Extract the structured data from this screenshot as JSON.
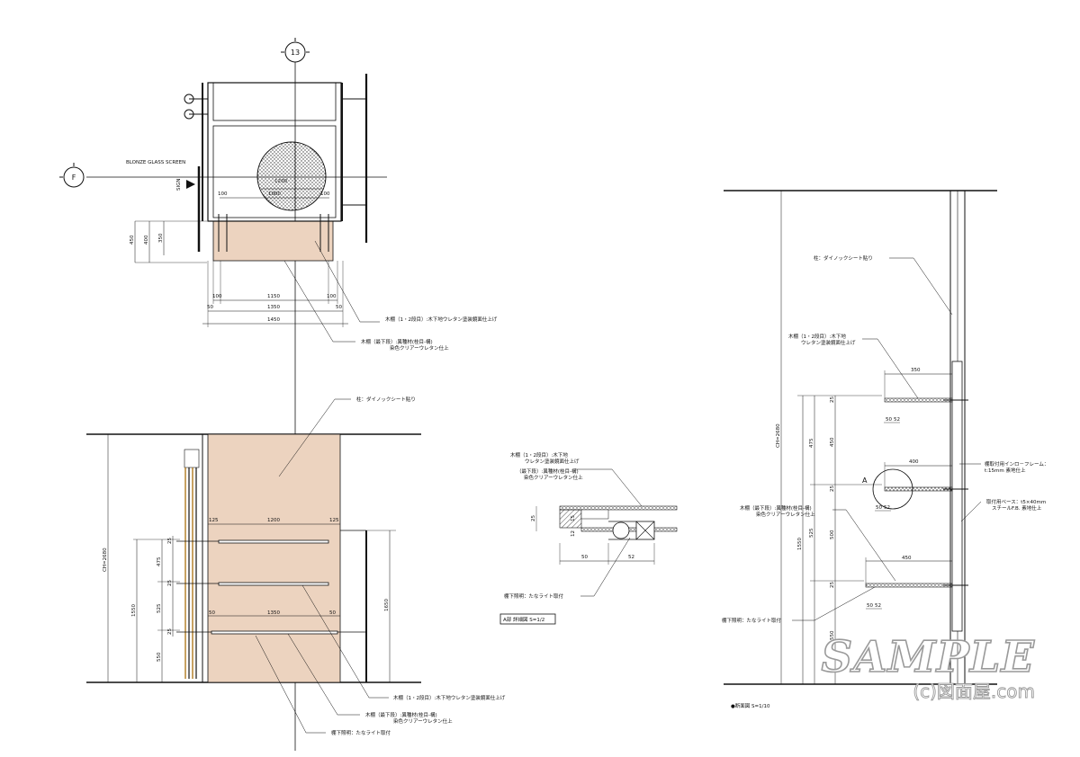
{
  "grid": {
    "col": "13",
    "row": "F"
  },
  "plan": {
    "glass_label": "BLONZE GLASS SCREEN",
    "sign_label": "SIGN",
    "dims": {
      "w1200": "1200",
      "w1000": "1000",
      "w100a": "100",
      "w100b": "100",
      "d450": "450",
      "d400": "400",
      "d350": "350",
      "b100a": "100",
      "b1150": "1150",
      "b100b": "100",
      "b50a": "50",
      "b1350": "1350",
      "b50b": "50",
      "b1450": "1450"
    },
    "notes": {
      "shelf": "木棚（1・2段目）:木下地ウレタン塗装鏡面仕上げ",
      "bottom_shelf_1": "木棚（最下段）:異種材(桂目-構)",
      "bottom_shelf_2": "染色クリアーウレタン仕上"
    }
  },
  "elevation": {
    "dims": {
      "ch": "CH=2680",
      "h1550": "1550",
      "h475": "475",
      "h525": "525",
      "h550": "550",
      "s25a": "25",
      "s25b": "25",
      "s25c": "25",
      "t125a": "125",
      "t1200": "1200",
      "t125b": "125",
      "m50a": "50",
      "m1350": "1350",
      "m50b": "50",
      "r1650": "1650"
    },
    "notes": {
      "column": "柱：ダイノックシート貼り",
      "shelf": "木棚（1・2段目）:木下地ウレタン塗装鏡面仕上げ",
      "bottom_1": "木棚（最下段）:異種材(桂目-構)",
      "bottom_2": "染色クリアーウレタン仕上",
      "light": "棚下照明：たなライト取付"
    }
  },
  "detail": {
    "notes": {
      "top1": "木棚（1・2段目）:木下地",
      "top2": "ウレタン塗装鏡面仕上げ",
      "bot1": "（最下段）:異種材(桂目-構)",
      "bot2": "染色クリアーウレタン仕上",
      "light": "棚下照明：たなライト取付"
    },
    "dims": {
      "d25": "25",
      "d15": "15",
      "d12": "12",
      "d50": "50",
      "d52": "52"
    },
    "caption": "A部 詳細図 S=1/2"
  },
  "section": {
    "notes": {
      "column": "柱：ダイノックシート貼り",
      "shelf1": "木棚（1・2段目）:木下地",
      "shelf2": "ウレタン塗装鏡面仕上げ",
      "frame1": "棚取付用インロ－フレーム：",
      "frame2": "t:15mm 素地仕上",
      "base1": "取付用ベース：t5×40mm",
      "base2": "スチールF.B. 素地仕上",
      "bottom1": "木棚（最下段）:異種材(桂目-構)",
      "bottom2": "染色クリアーウレタン仕上",
      "light": "棚下照明：たなライト取付"
    },
    "dims": {
      "ch": "CH=2680",
      "h1550": "1550",
      "h475": "475",
      "h450": "450",
      "h525": "525",
      "h500": "500",
      "h550": "550",
      "w350": "350",
      "w400": "400",
      "w450": "450",
      "s25a": "25",
      "s25b": "25",
      "s25c": "25",
      "a50": "50",
      "a52": "52",
      "b50": "50",
      "b52": "52",
      "c50": "50",
      "c52": "52"
    },
    "marker": "A",
    "caption": "●断面図 S=1/10"
  },
  "watermark": {
    "main": "SAMPLE",
    "sub": "(c)図面屋.com"
  },
  "colors": {
    "wood": "#ecd3bf",
    "line": "#111111"
  }
}
